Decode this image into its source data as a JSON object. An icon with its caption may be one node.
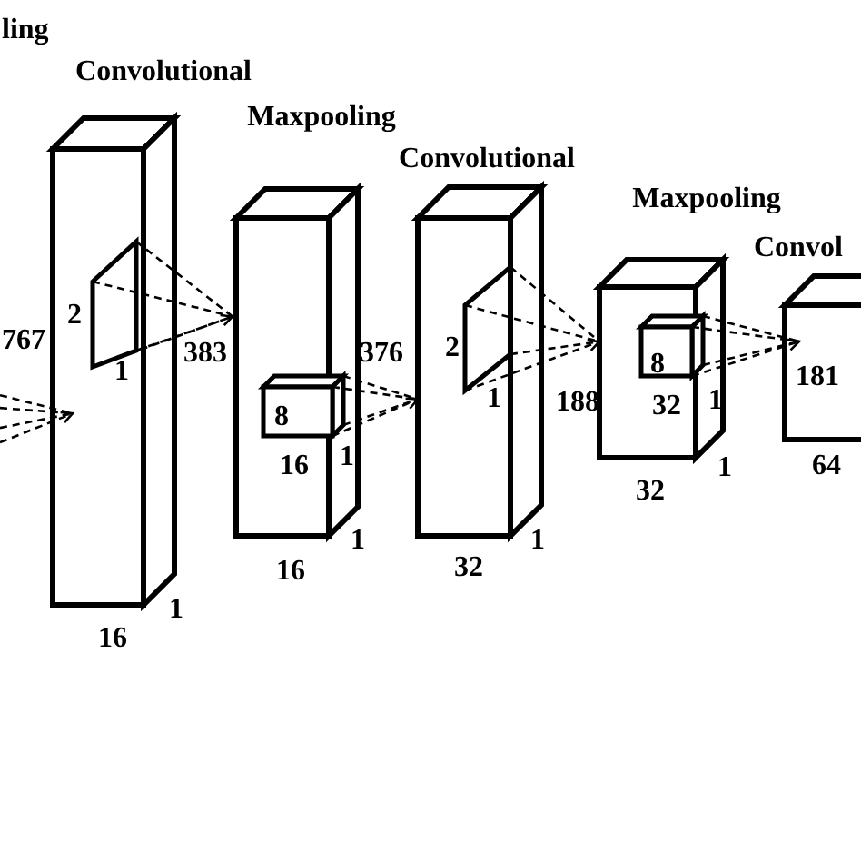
{
  "diagram": {
    "nodes": [
      {
        "text": [
          "Convolutional"
        ],
        "beside": [
          "383",
          "16",
          "1"
        ]
      },
      {
        "text": [],
        "shape": "parallelogram",
        "in": 0,
        "beside": [
          "2",
          "1"
        ]
      },
      {
        "text": [
          "Maxpooling"
        ],
        "beside": [
          "376",
          "16",
          "1"
        ]
      },
      {
        "text": [
          "8"
        ],
        "in": 2,
        "beside": [
          "16",
          "1"
        ]
      },
      {
        "text": [
          "Convolutional"
        ],
        "beside": [
          "188",
          "32",
          "1"
        ]
      },
      {
        "text": [],
        "shape": "parallelogram",
        "in": 4,
        "beside": [
          "2",
          "1"
        ]
      },
      {
        "text": [
          "Maxpooling"
        ],
        "beside": [
          "32",
          "1"
        ]
      },
      {
        "text": [
          "8"
        ],
        "in": 6,
        "beside": [
          "32",
          "1"
        ]
      },
      {
        "text": [
          "Convol",
          "181"
        ],
        "beside": [
          "64"
        ]
      }
    ],
    "edges": [
      {
        "from": null,
        "to": 0,
        "arrow": "to",
        "style": "dashed"
      },
      {
        "from": 1,
        "to": 2,
        "arrow": "to",
        "style": "dashed"
      },
      {
        "from": 3,
        "to": 4,
        "arrow": "to",
        "style": "dashed"
      },
      {
        "from": 5,
        "to": 6,
        "arrow": "to",
        "style": "dashed"
      },
      {
        "from": 7,
        "to": 8,
        "arrow": "to",
        "style": "dashed"
      }
    ],
    "labels": [
      "ling",
      "767"
    ]
  }
}
